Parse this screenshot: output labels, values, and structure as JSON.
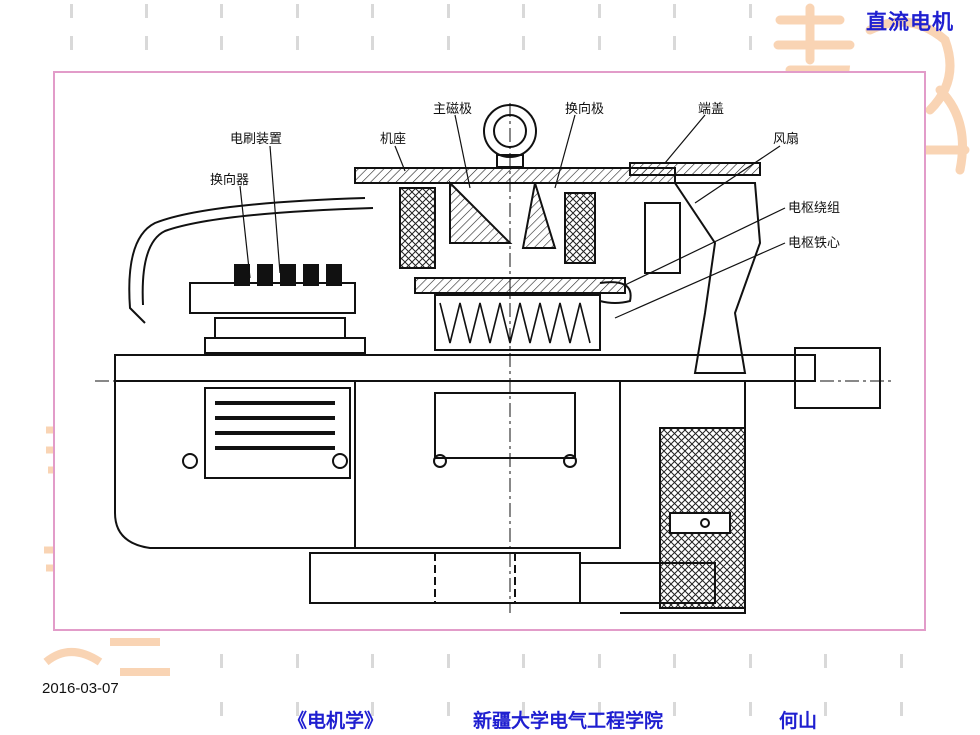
{
  "header": {
    "title": "直流电机"
  },
  "figure": {
    "labels": {
      "main_pole": "主磁极",
      "commutating_pole": "换向极",
      "end_cover": "端盖",
      "brush_gear": "电刷装置",
      "frame": "机座",
      "fan": "风扇",
      "commutator": "换向器",
      "armature_winding": "电枢绕组",
      "armature_core": "电枢铁心"
    }
  },
  "footer": {
    "date": "2016-03-07",
    "course": "《电机学》",
    "institution": "新疆大学电气工程学院",
    "author": "何山"
  },
  "colors": {
    "title_blue": "#1f1fd0",
    "frame_border": "#e29cc9",
    "decor_orange": "#f3a15a"
  }
}
